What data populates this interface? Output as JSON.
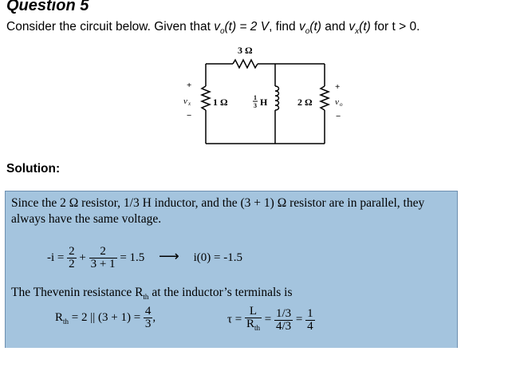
{
  "question": {
    "title": "Question 5",
    "text_prefix": "Consider the circuit below. Given that ",
    "vo_expr": "v",
    "vo_sub": "o",
    "vo_eq": "(t) = 2 V",
    "text_mid": ", find ",
    "find_vo": "(t)",
    "text_and": " and ",
    "vx_sub": "x",
    "find_vx": "(t)",
    "text_suffix": "  for t > 0."
  },
  "circuit": {
    "r_series_label": "3 Ω",
    "r1_label": "1 Ω",
    "inductor_label": "H",
    "inductor_frac_num": "1",
    "inductor_frac_den": "3",
    "r2_label": "2 Ω",
    "vx_label": "v",
    "vx_sub": "x",
    "vo_label": "v",
    "vo_sub": "o",
    "plus": "+",
    "minus": "−"
  },
  "solution": {
    "title": "Solution:",
    "paragraph1": "Since the 2 Ω resistor, 1/3 H inductor, and the (3 + 1) Ω resistor are in parallel, they always have the same voltage.",
    "eq1_lhs": "-i =",
    "eq1_f1_num": "2",
    "eq1_f1_den": "2",
    "eq1_plus": "+",
    "eq1_f2_num": "2",
    "eq1_f2_den": "3 + 1",
    "eq1_rhs": "= 1.5",
    "eq1_arrow": "⟶",
    "eq1_result": "i(0) = -1.5",
    "paragraph2_a": "The Thevenin resistance R",
    "paragraph2_sub": "th",
    "paragraph2_b": " at the inductor’s terminals is",
    "eq2_lhs": "R",
    "eq2_lhs_sub": "th",
    "eq2_mid": " = 2 || (3 + 1) =",
    "eq2_f_num": "4",
    "eq2_f_den": "3",
    "eq2_comma": ",",
    "eq3_tau": "τ =",
    "eq3_f1_num": "L",
    "eq3_f1_den": "R",
    "eq3_f1_den_sub": "th",
    "eq3_eq1": "=",
    "eq3_f2_num": "1/3",
    "eq3_f2_den": "4/3",
    "eq3_eq2": "=",
    "eq3_f3_num": "1",
    "eq3_f3_den": "4"
  }
}
